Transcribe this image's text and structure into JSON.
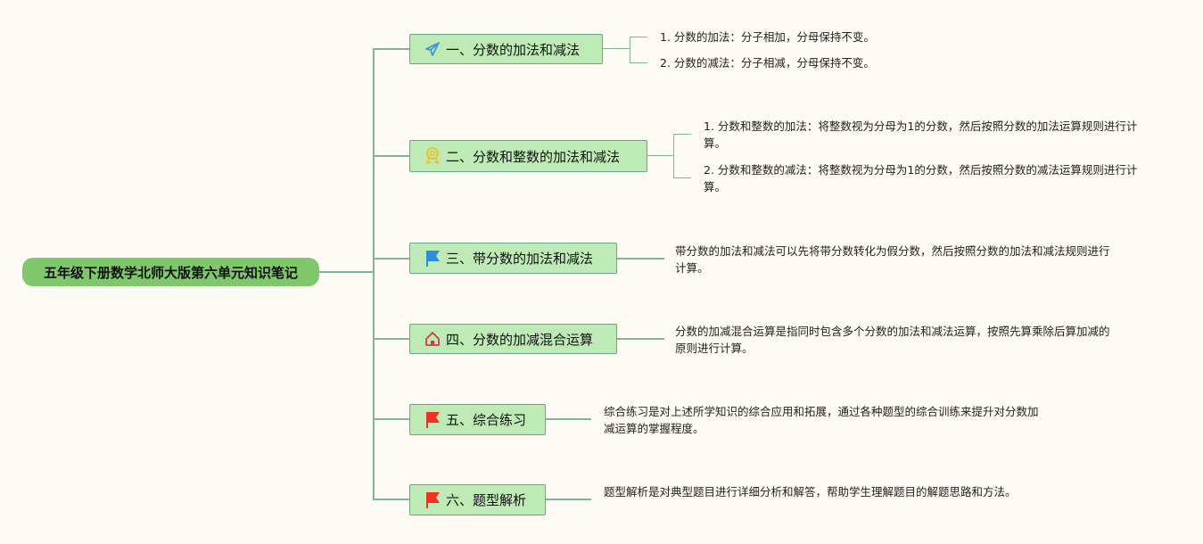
{
  "root": "五年级下册数学北师大版第六单元知识笔记",
  "branches": [
    {
      "title": "一、分数的加法和减法",
      "icon": "paper-plane-icon",
      "leaves": [
        "1. 分数的加法：分子相加，分母保持不变。",
        "2. 分数的减法：分子相减，分母保持不变。"
      ]
    },
    {
      "title": "二、分数和整数的加法和减法",
      "icon": "award-medal-icon",
      "leaves": [
        "1. 分数和整数的加法：将整数视为分母为1的分数，然后按照分数的加法运算规则进行计算。",
        "2. 分数和整数的减法：将整数视为分母为1的分数，然后按照分数的减法运算规则进行计算。"
      ]
    },
    {
      "title": "三、带分数的加法和减法",
      "icon": "blue-flag-icon",
      "leaves": [
        "带分数的加法和减法可以先将带分数转化为假分数，然后按照分数的加法和减法规则进行计算。"
      ]
    },
    {
      "title": "四、分数的加减混合运算",
      "icon": "home-icon",
      "leaves": [
        "分数的加减混合运算是指同时包含多个分数的加法和减法运算，按照先算乘除后算加减的原则进行计算。"
      ]
    },
    {
      "title": "五、综合练习",
      "icon": "red-flag-icon",
      "leaves": [
        "综合练习是对上述所学知识的综合应用和拓展，通过各种题型的综合训练来提升对分数加减运算的掌握程度。"
      ]
    },
    {
      "title": "六、题型解析",
      "icon": "red-flag-icon",
      "leaves": [
        "题型解析是对典型题目进行详细分析和解答，帮助学生理解题目的解题思路和方法。"
      ]
    }
  ]
}
